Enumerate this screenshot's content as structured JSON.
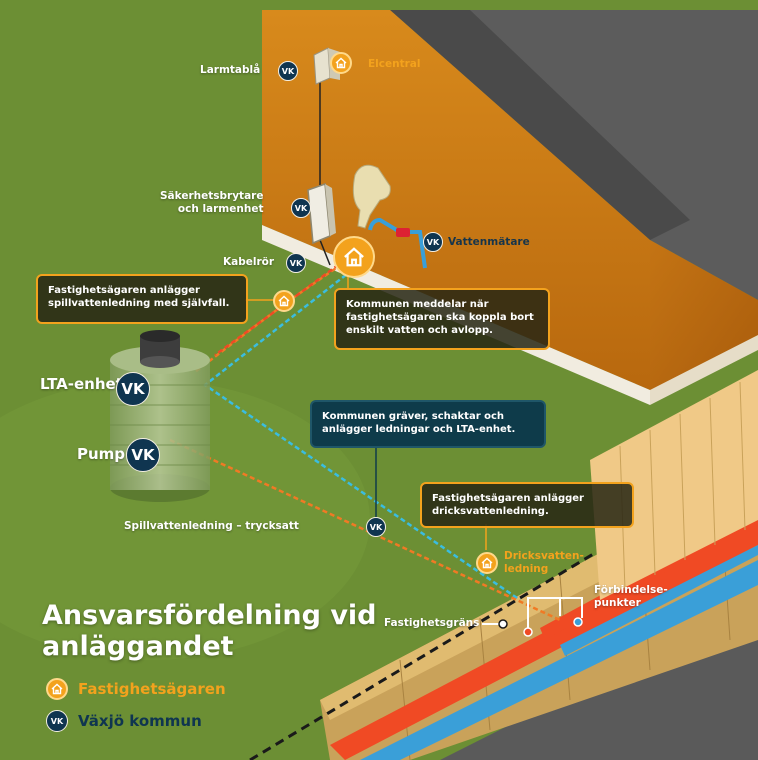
{
  "title": "Ansvarsfördelning vid\nanläggandet",
  "legend": {
    "owner": {
      "label": "Fastighetsägaren",
      "icon": "house-icon",
      "color": "#f3a21d"
    },
    "municipality": {
      "label": "Växjö kommun",
      "badge": "VK",
      "color": "#0f3550"
    }
  },
  "components": {
    "alarm_panel": "Larmtablå",
    "electrical_panel": "Elcentral",
    "safety_switch": "Säkerhetsbrytare\noch larmenhet",
    "water_meter": "Vattenmätare",
    "cable_conduit": "Kabelrör",
    "lta_unit": "LTA-enhet",
    "pump": "Pump",
    "pressure_sewer": "Spillvattenledning – trycksatt",
    "drinking_water": "Dricksvatten-\nledning",
    "connection_points": "Förbindelse-\npunkter",
    "property_boundary": "Fastighetsgräns"
  },
  "badges": {
    "vk": "VK"
  },
  "callouts": {
    "owner_gravity": "Fastighetsägaren anlägger\nspillvattenledning med självfall.",
    "municipality_notice": "Kommunen meddelar när\nfastighetsägaren ska koppla bort\nenskilt vatten och avlopp.",
    "municipality_digs": "Kommunen gräver, schaktar och\nanlägger ledningar och LTA-enhet.",
    "owner_drinking": "Fastighetsägaren anlägger\ndricksvattenledning."
  },
  "colors": {
    "grass": "#6c8f34",
    "house_wall": "#c77a16",
    "roof": "#5c5c5c",
    "sewer_pipe": "#f04a24",
    "water_pipe": "#3a9fd8",
    "owner": "#f3a21d",
    "municipality": "#0f3550"
  }
}
